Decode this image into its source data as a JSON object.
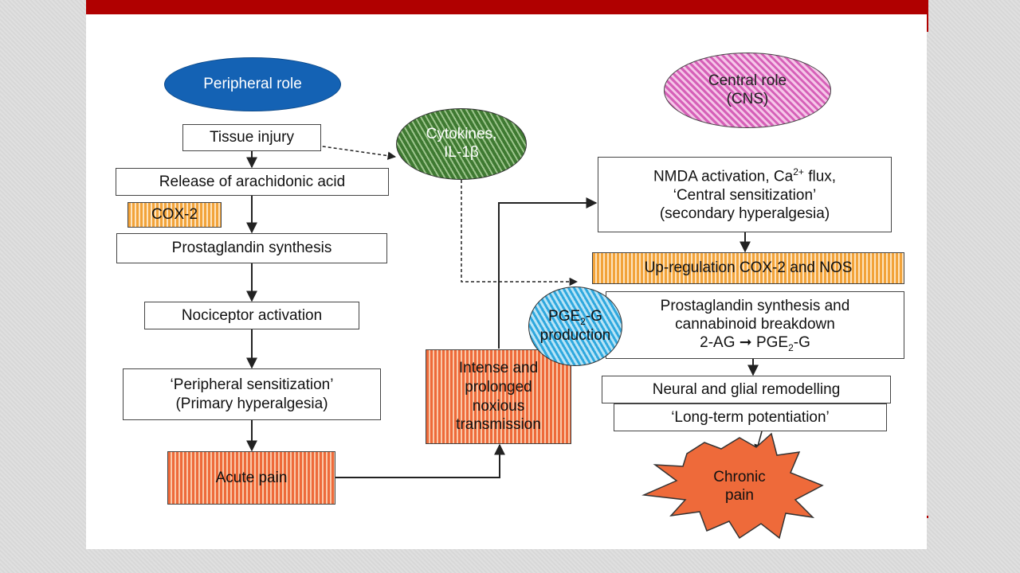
{
  "diagram": {
    "peripheral_role": "Peripheral role",
    "central_role_line1": "Central role",
    "central_role_line2": "(CNS)",
    "cytokines_line1": "Cytokines,",
    "cytokines_line2": "IL-1β",
    "tissue_injury": "Tissue injury",
    "release_arachidonic": "Release of arachidonic acid",
    "cox2": "COX-2",
    "prostaglandin_synthesis": "Prostaglandin synthesis",
    "nociceptor_activation": "Nociceptor activation",
    "peripheral_sensitization_line1": "‘Peripheral sensitization’",
    "peripheral_sensitization_line2": "(Primary hyperalgesia)",
    "acute_pain": "Acute pain",
    "intense_line1": "Intense and",
    "intense_line2": "prolonged",
    "intense_line3": "noxious",
    "intense_line4": "transmission",
    "nmda_line1_prefix": "NMDA activation, Ca",
    "nmda_line1_sup": "2+",
    "nmda_line1_suffix": " flux,",
    "nmda_line2": "‘Central sensitization’",
    "nmda_line3": "(secondary hyperalgesia)",
    "upregulation": "Up-regulation COX-2 and NOS",
    "pge_prefix": "PGE",
    "pge_sub": "2",
    "pge_suffix": "-G",
    "pge_line2": "production",
    "ps_line1": "Prostaglandin synthesis and",
    "ps_line2": "cannabinoid breakdown",
    "ps_line3_prefix": "2-AG ",
    "ps_line3_arrow": "➞",
    "ps_line3_pge": " PGE",
    "ps_line3_sub": "2",
    "ps_line3_suffix": "-G",
    "neural_glial": "Neural and glial remodelling",
    "ltp": "‘Long-term potentiation’",
    "chronic_line1": "Chronic",
    "chronic_line2": "pain"
  },
  "colors": {
    "title_bar": "#b00000",
    "peripheral_oval": "#1462b4",
    "stripe_red": "#ee6a3a",
    "stripe_orange": "#f2a33a",
    "stripe_pink": "#d660b8",
    "stripe_green": "#3f7a32",
    "stripe_blue": "#2fa8de"
  }
}
